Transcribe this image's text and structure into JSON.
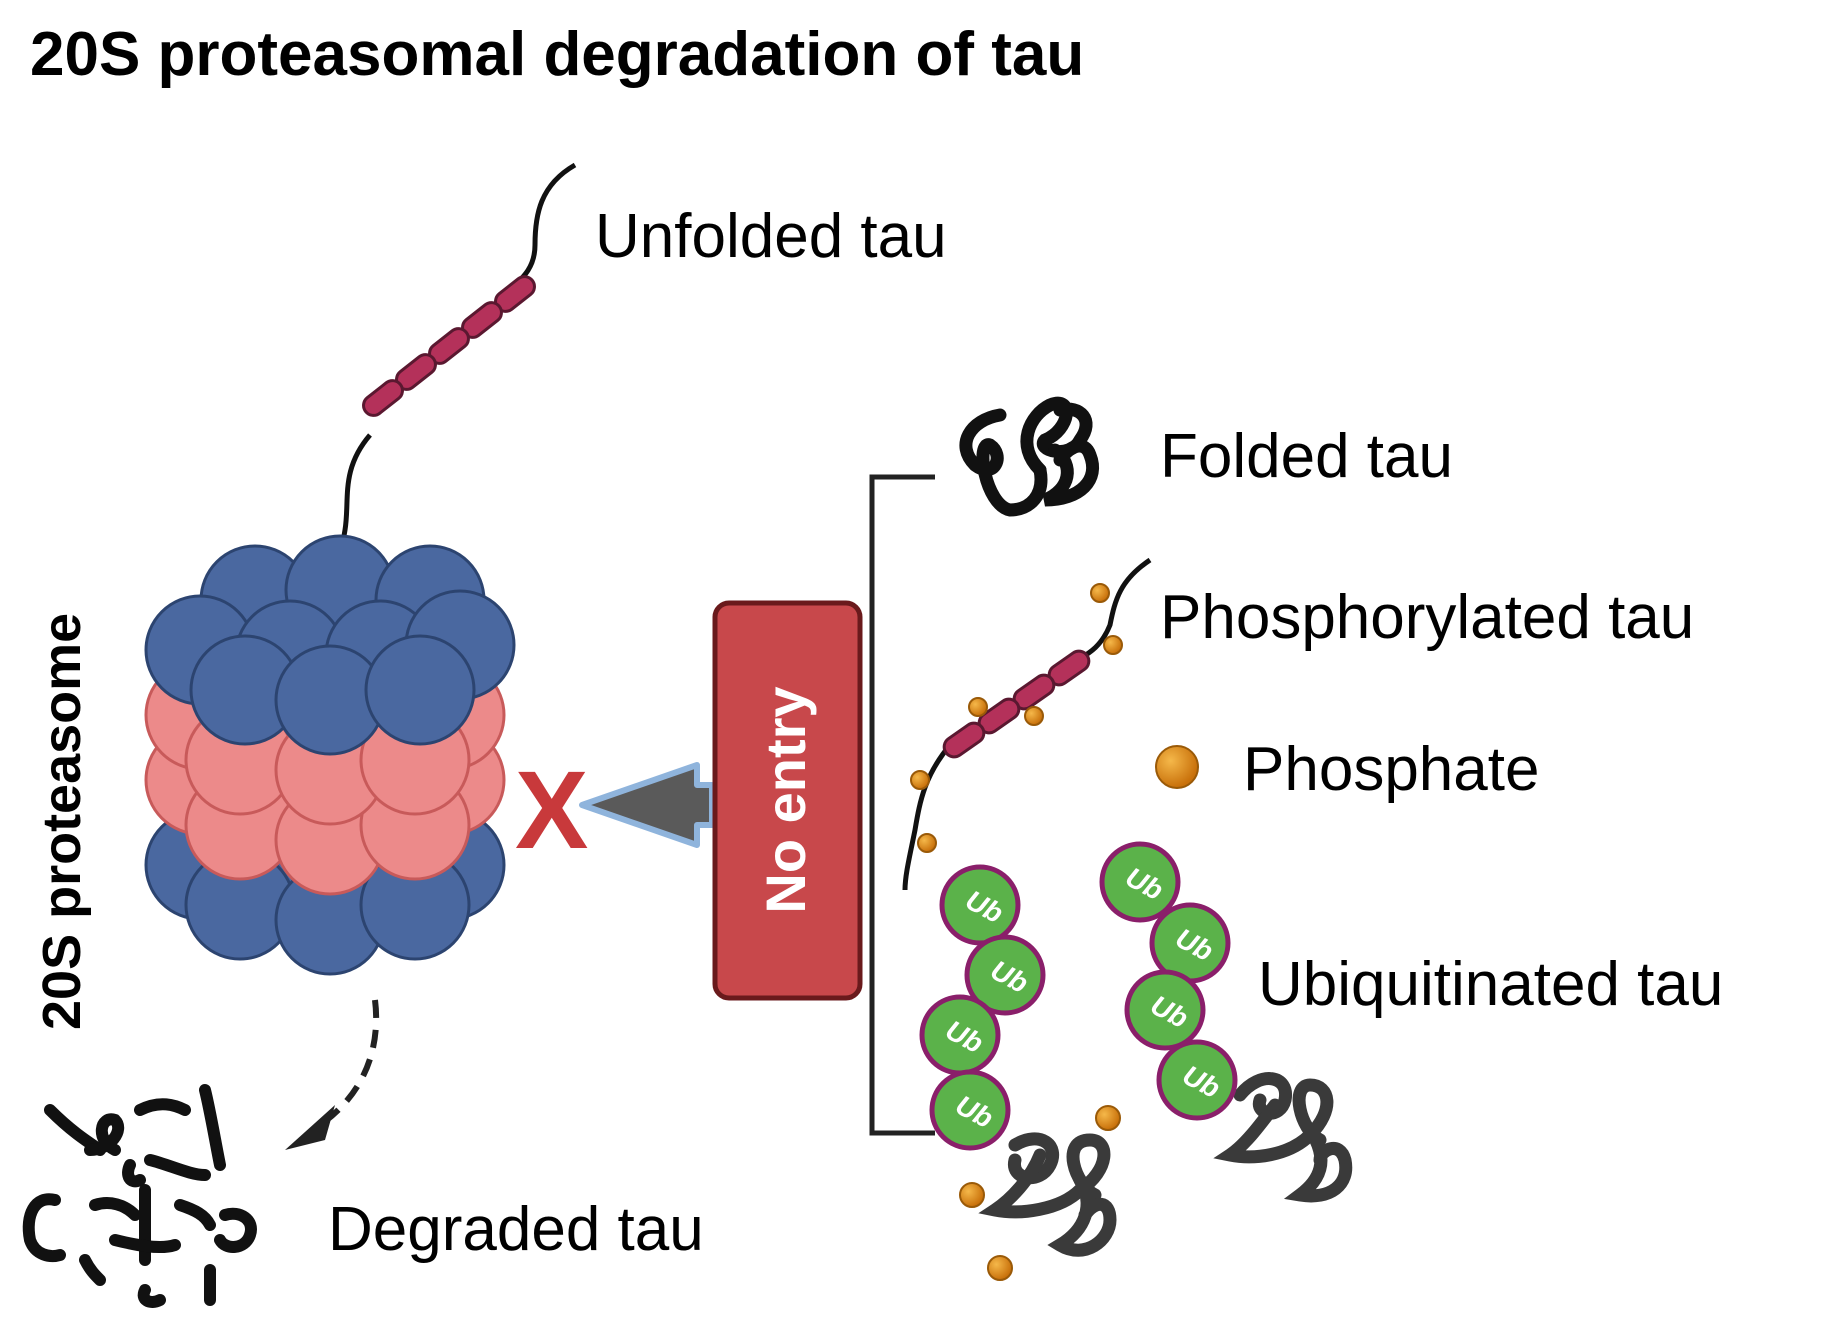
{
  "title": "20S proteasomal degradation of tau",
  "labels": {
    "proteasome": "20S proteasome",
    "unfolded": "Unfolded tau",
    "folded": "Folded tau",
    "phosphorylated": "Phosphorylated tau",
    "phosphate": "Phosphate",
    "ubiquitinated": "Ubiquitinated tau",
    "degraded": "Degraded tau",
    "no_entry": "No entry",
    "blocked": "X",
    "ubiquitin": "Ub"
  },
  "colors": {
    "proteasome_outer": "#4a68a0",
    "proteasome_inner": "#ec8a8a",
    "tau_segment": "#b4315a",
    "phosphate": "#e08a10",
    "ubiquitin": "#5bb24a",
    "ubiquitin_border": "#8a1f6a",
    "no_entry": "#c8484b",
    "block_mark": "#c8393b"
  }
}
